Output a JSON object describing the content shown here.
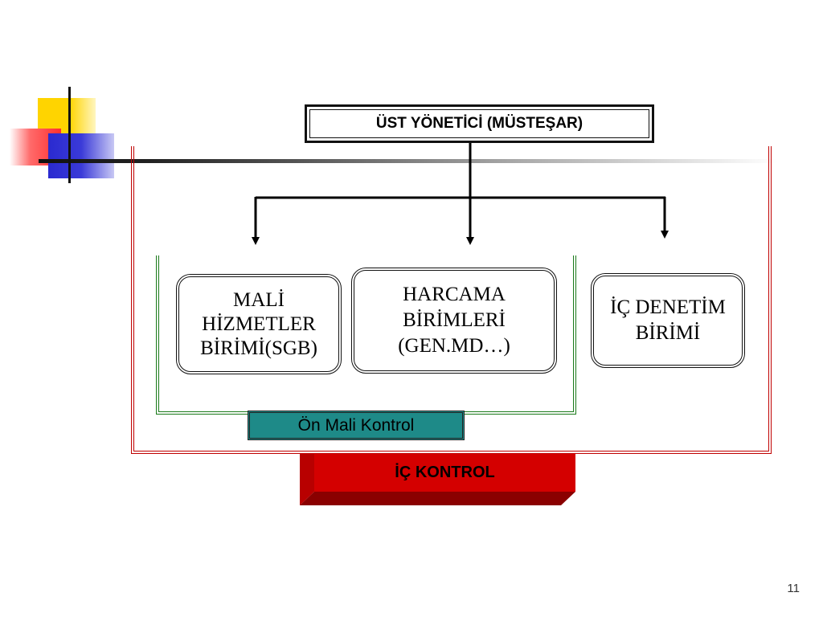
{
  "diagram": {
    "top_box": {
      "label": "ÜST YÖNETİCİ (MÜSTEŞAR)"
    },
    "units": [
      {
        "lines": [
          "MALİ",
          "HİZMETLER",
          "BİRİMİ(SGB)"
        ]
      },
      {
        "lines": [
          "HARCAMA",
          "BİRİMLERİ",
          "(GEN.MD…)"
        ]
      },
      {
        "lines": [
          "İÇ DENETİM",
          "BİRİMİ"
        ]
      }
    ],
    "pre_control_label": "Ön Mali Kontrol",
    "internal_control_label": "İÇ KONTROL"
  },
  "colors": {
    "internal_control_frame": "#c00000",
    "pre_control_frame": "#1a7a1a",
    "pre_control_fill": "#1e8a88",
    "internal_control_fill": "#d40000"
  },
  "slide": {
    "page_number": "11"
  }
}
